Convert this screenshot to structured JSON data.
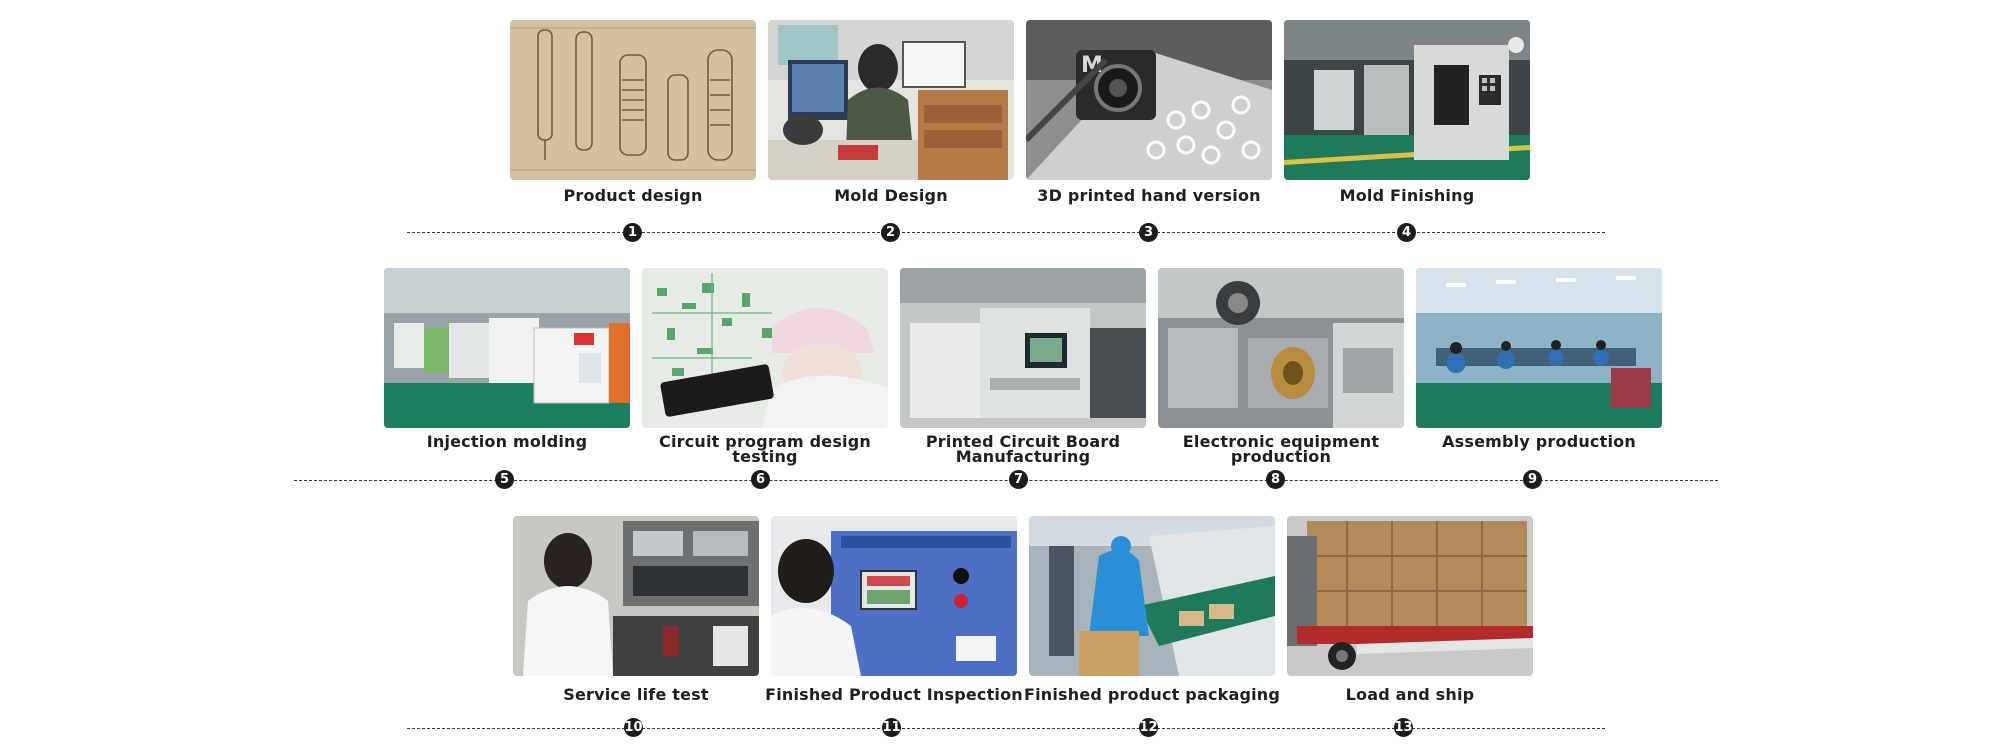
{
  "rows": [
    {
      "steps": [
        {
          "number": "1",
          "label": "Product design",
          "photo": "sketch-drawing"
        },
        {
          "number": "2",
          "label": "Mold Design",
          "photo": "engineer-at-computer"
        },
        {
          "number": "3",
          "label": "3D printed hand version",
          "photo": "3d-printer"
        },
        {
          "number": "4",
          "label": "Mold Finishing",
          "photo": "cnc-workshop"
        }
      ]
    },
    {
      "steps": [
        {
          "number": "5",
          "label": "Injection molding",
          "photo": "injection-machines"
        },
        {
          "number": "6",
          "label": "Circuit program design testing",
          "photo": "pcb-technician"
        },
        {
          "number": "7",
          "label": "Printed Circuit Board Manufacturing",
          "photo": "smt-machine"
        },
        {
          "number": "8",
          "label": "Electronic equipment production",
          "photo": "metal-parts"
        },
        {
          "number": "9",
          "label": "Assembly production",
          "photo": "assembly-line"
        }
      ]
    },
    {
      "steps": [
        {
          "number": "10",
          "label": "Service life test",
          "photo": "lab-testing"
        },
        {
          "number": "11",
          "label": "Finished Product Inspection",
          "photo": "test-chamber"
        },
        {
          "number": "12",
          "label": "Finished product packaging",
          "photo": "packing-workers"
        },
        {
          "number": "13",
          "label": "Load and ship",
          "photo": "truck-loading"
        }
      ]
    }
  ],
  "colors": {
    "number_badge": "#1c1c1c",
    "rule": "#333333",
    "factory_floor_green": "#1f7a5a"
  }
}
